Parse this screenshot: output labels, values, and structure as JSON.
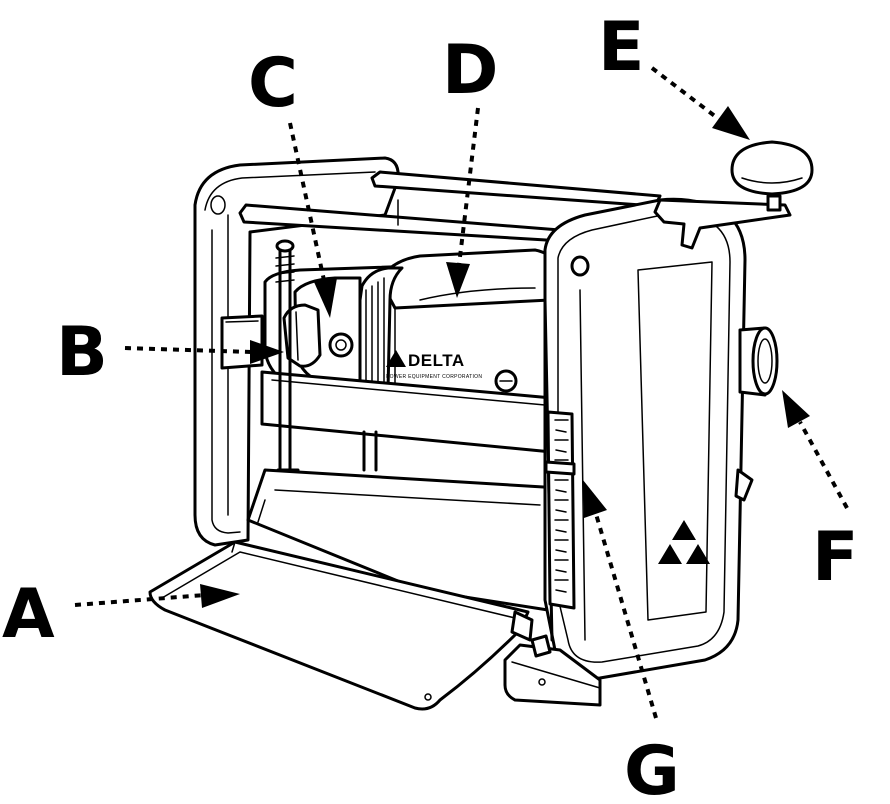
{
  "callouts": [
    {
      "id": "A",
      "label": "A"
    },
    {
      "id": "B",
      "label": "B"
    },
    {
      "id": "C",
      "label": "C"
    },
    {
      "id": "D",
      "label": "D"
    },
    {
      "id": "E",
      "label": "E"
    },
    {
      "id": "F",
      "label": "F"
    },
    {
      "id": "G",
      "label": "G"
    }
  ],
  "product": {
    "brand": "DELTA",
    "brand_sub": "POWER EQUIPMENT CORPORATION"
  },
  "colors": {
    "line": "#000000",
    "background": "#ffffff"
  }
}
